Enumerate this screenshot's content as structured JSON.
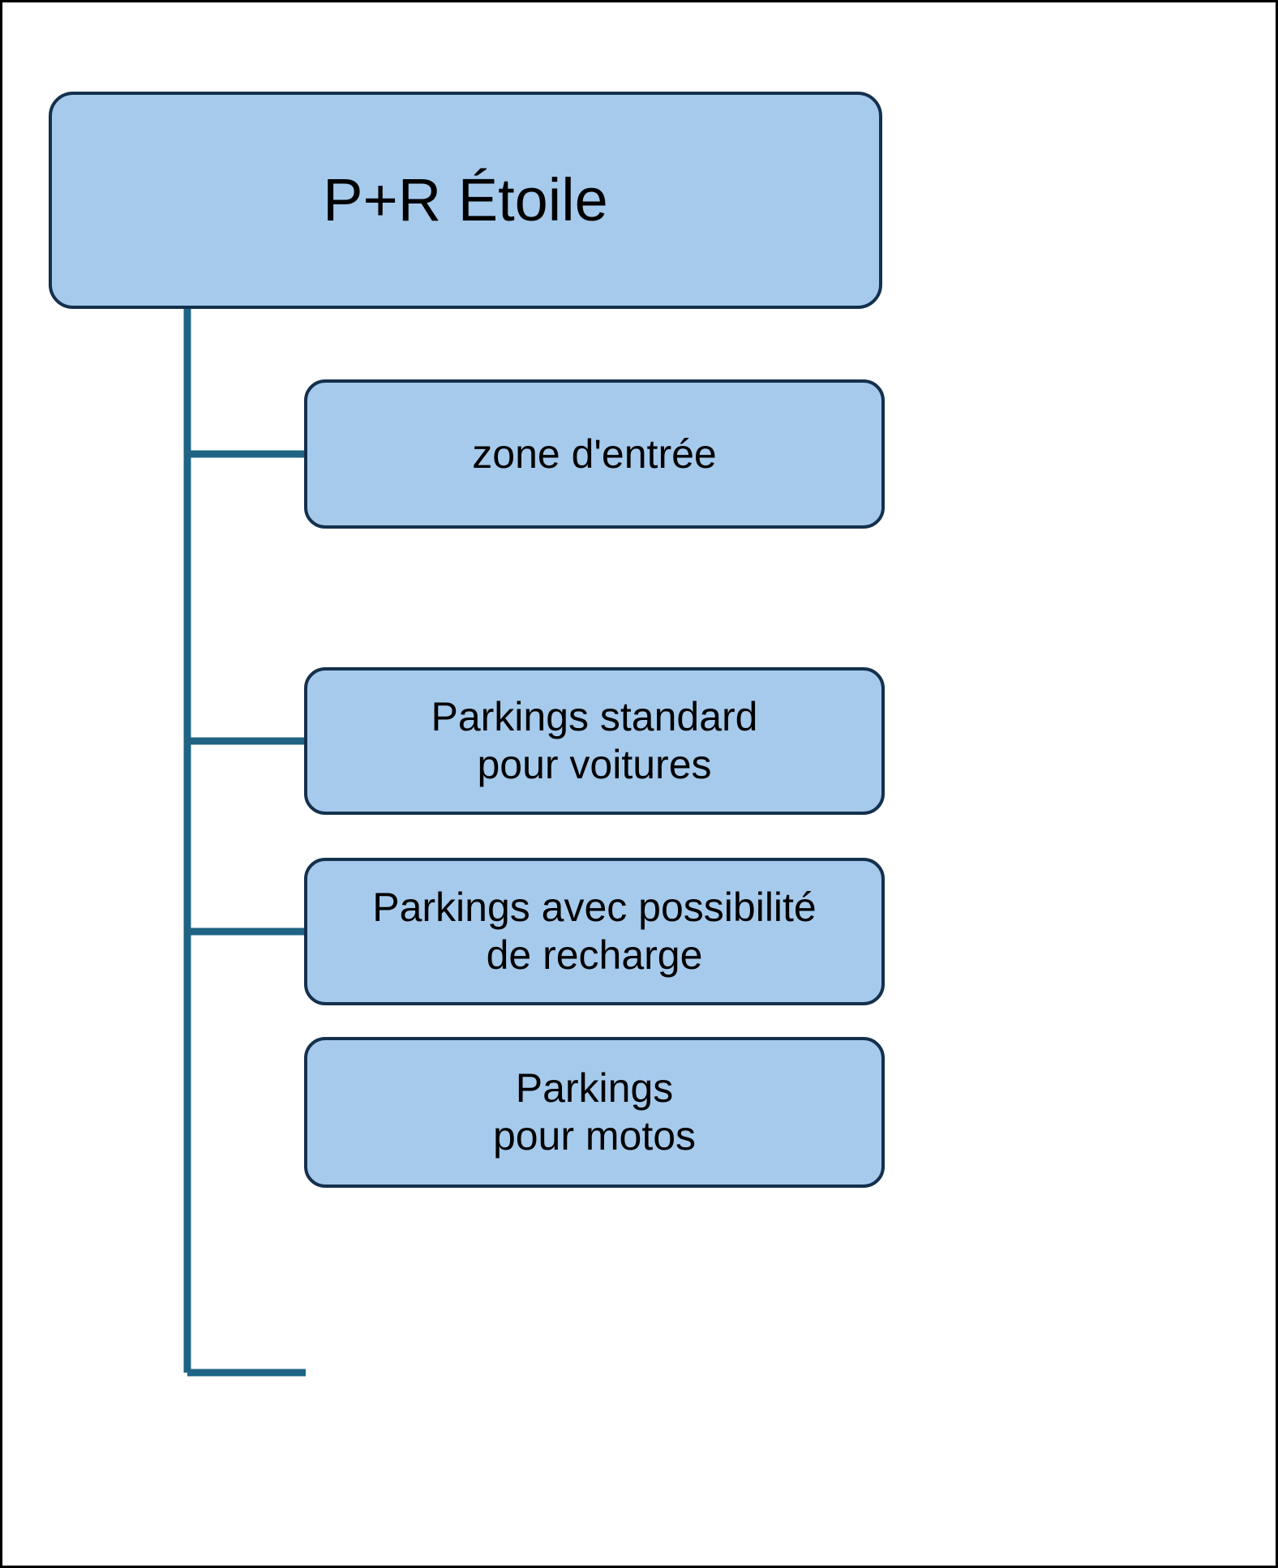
{
  "diagram": {
    "type": "hierarchy-tree",
    "orientation": "vertical-left-spine",
    "colors": {
      "node_fill": "#A6CAEC",
      "node_border": "#14304D",
      "connector": "#1F6484",
      "canvas_background": "#FFFFFF",
      "text": "#000000"
    },
    "root": {
      "id": "root",
      "label": "P+R Étoile"
    },
    "children": [
      {
        "id": "child-0",
        "label": "zone d'entrée",
        "lines": [
          "zone d'entrée"
        ]
      },
      {
        "id": "child-1",
        "label": "Parkings standard\npour voitures",
        "lines": [
          "Parkings standard",
          "pour voitures"
        ]
      },
      {
        "id": "child-2",
        "label": "Parkings avec possibilité\nde recharge",
        "lines": [
          "Parkings avec possibilité",
          "de recharge"
        ]
      },
      {
        "id": "child-3",
        "label": "Parkings\npour motos",
        "lines": [
          "Parkings",
          "pour motos"
        ]
      }
    ]
  }
}
